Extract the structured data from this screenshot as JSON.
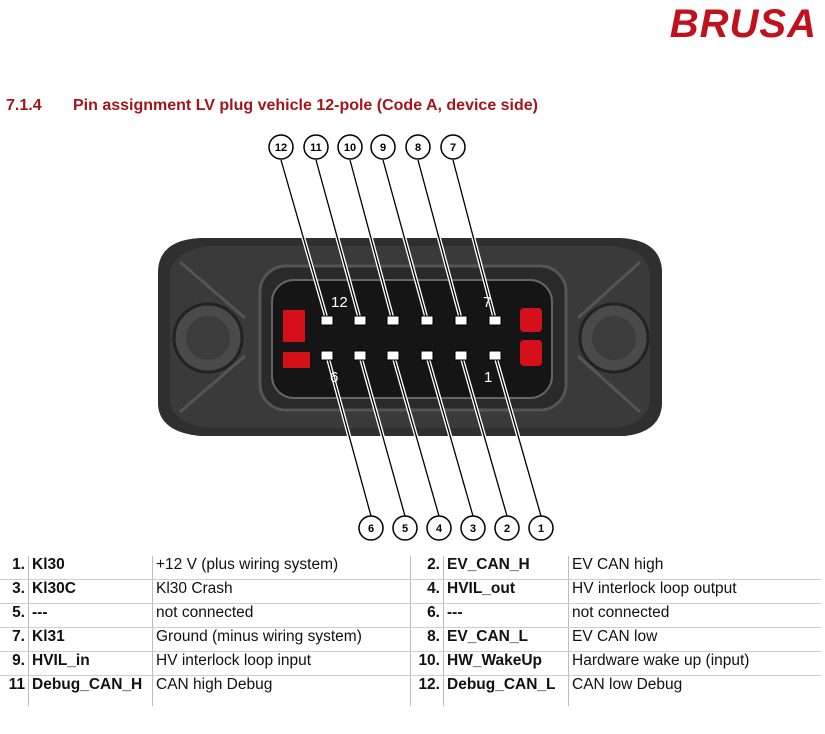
{
  "logo": "BRUSA",
  "section": {
    "number": "7.1.4",
    "title": "Pin assignment LV plug vehicle 12-pole (Code A, device side)"
  },
  "diagram": {
    "top_callouts": [
      "12",
      "11",
      "10",
      "9",
      "8",
      "7"
    ],
    "bottom_callouts": [
      "6",
      "5",
      "4",
      "3",
      "2",
      "1"
    ],
    "connector_labels": {
      "pin12": "12",
      "pin7": "7",
      "pin6": "6",
      "pin1": "1"
    }
  },
  "pins": [
    {
      "num": "1.",
      "name": "Kl30",
      "desc": "+12 V (plus wiring system)",
      "num2": "2.",
      "name2": "EV_CAN_H",
      "desc2": "EV CAN high"
    },
    {
      "num": "3.",
      "name": "Kl30C",
      "desc": "Kl30 Crash",
      "num2": "4.",
      "name2": "HVIL_out",
      "desc2": "HV interlock loop output"
    },
    {
      "num": "5.",
      "name": "---",
      "desc": "not connected",
      "num2": "6.",
      "name2": "---",
      "desc2": "not connected"
    },
    {
      "num": "7.",
      "name": "Kl31",
      "desc": "Ground (minus wiring system)",
      "num2": "8.",
      "name2": "EV_CAN_L",
      "desc2": "EV CAN low"
    },
    {
      "num": "9.",
      "name": "HVIL_in",
      "desc": "HV interlock loop input",
      "num2": "10.",
      "name2": "HW_WakeUp",
      "desc2": "Hardware wake up (input)"
    },
    {
      "num": "11",
      "name": "Debug_CAN_H",
      "desc": "CAN high Debug",
      "num2": "12.",
      "name2": "Debug_CAN_L",
      "desc2": "CAN low Debug"
    }
  ]
}
